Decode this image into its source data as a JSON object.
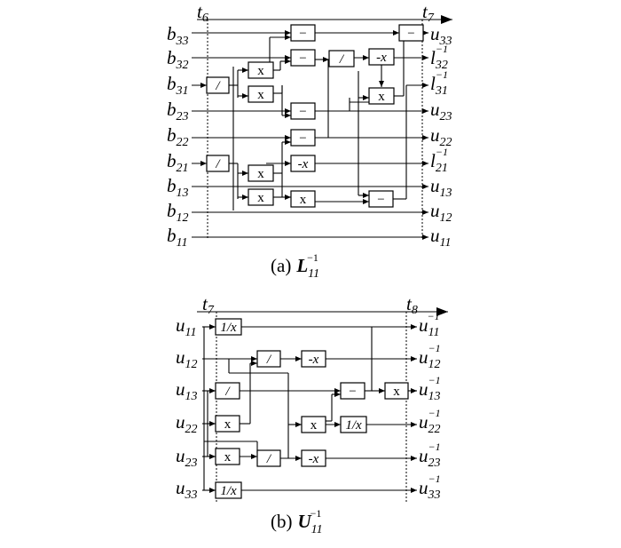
{
  "diagram_a": {
    "time_start": "t",
    "time_start_sub": "6",
    "time_end": "t",
    "time_end_sub": "7",
    "inputs": [
      {
        "base": "b",
        "sub": "33"
      },
      {
        "base": "b",
        "sub": "32"
      },
      {
        "base": "b",
        "sub": "31"
      },
      {
        "base": "b",
        "sub": "23"
      },
      {
        "base": "b",
        "sub": "22"
      },
      {
        "base": "b",
        "sub": "21"
      },
      {
        "base": "b",
        "sub": "13"
      },
      {
        "base": "b",
        "sub": "12"
      },
      {
        "base": "b",
        "sub": "11"
      }
    ],
    "outputs": [
      {
        "base": "u",
        "sub": "33",
        "sup": ""
      },
      {
        "base": "l",
        "sub": "32",
        "sup": "−1"
      },
      {
        "base": "l",
        "sub": "31",
        "sup": "−1"
      },
      {
        "base": "u",
        "sub": "23",
        "sup": ""
      },
      {
        "base": "u",
        "sub": "22",
        "sup": ""
      },
      {
        "base": "l",
        "sub": "21",
        "sup": "−1"
      },
      {
        "base": "u",
        "sub": "13",
        "sup": ""
      },
      {
        "base": "u",
        "sub": "12",
        "sup": ""
      },
      {
        "base": "u",
        "sub": "11",
        "sup": ""
      }
    ],
    "ops": {
      "minus": "−",
      "div": "/",
      "mul": "x",
      "neg": "-x"
    },
    "caption_prefix": "(a)",
    "caption_symbol": "L",
    "caption_sub": "11",
    "caption_sup": "−1"
  },
  "diagram_b": {
    "time_start": "t",
    "time_start_sub": "7",
    "time_end": "t",
    "time_end_sub": "8",
    "inputs": [
      {
        "base": "u",
        "sub": "11"
      },
      {
        "base": "u",
        "sub": "12"
      },
      {
        "base": "u",
        "sub": "13"
      },
      {
        "base": "u",
        "sub": "22"
      },
      {
        "base": "u",
        "sub": "23"
      },
      {
        "base": "u",
        "sub": "33"
      }
    ],
    "outputs": [
      {
        "base": "u",
        "sub": "11",
        "sup": "−1"
      },
      {
        "base": "u",
        "sub": "12",
        "sup": "−1"
      },
      {
        "base": "u",
        "sub": "13",
        "sup": "−1"
      },
      {
        "base": "u",
        "sub": "22",
        "sup": "−1"
      },
      {
        "base": "u",
        "sub": "23",
        "sup": "−1"
      },
      {
        "base": "u",
        "sub": "33",
        "sup": "−1"
      }
    ],
    "ops": {
      "recip": "1/x",
      "minus": "−",
      "div": "/",
      "mul": "x",
      "neg": "-x"
    },
    "caption_prefix": "(b)",
    "caption_symbol": "U",
    "caption_sub": "11",
    "caption_sup": "−1"
  }
}
